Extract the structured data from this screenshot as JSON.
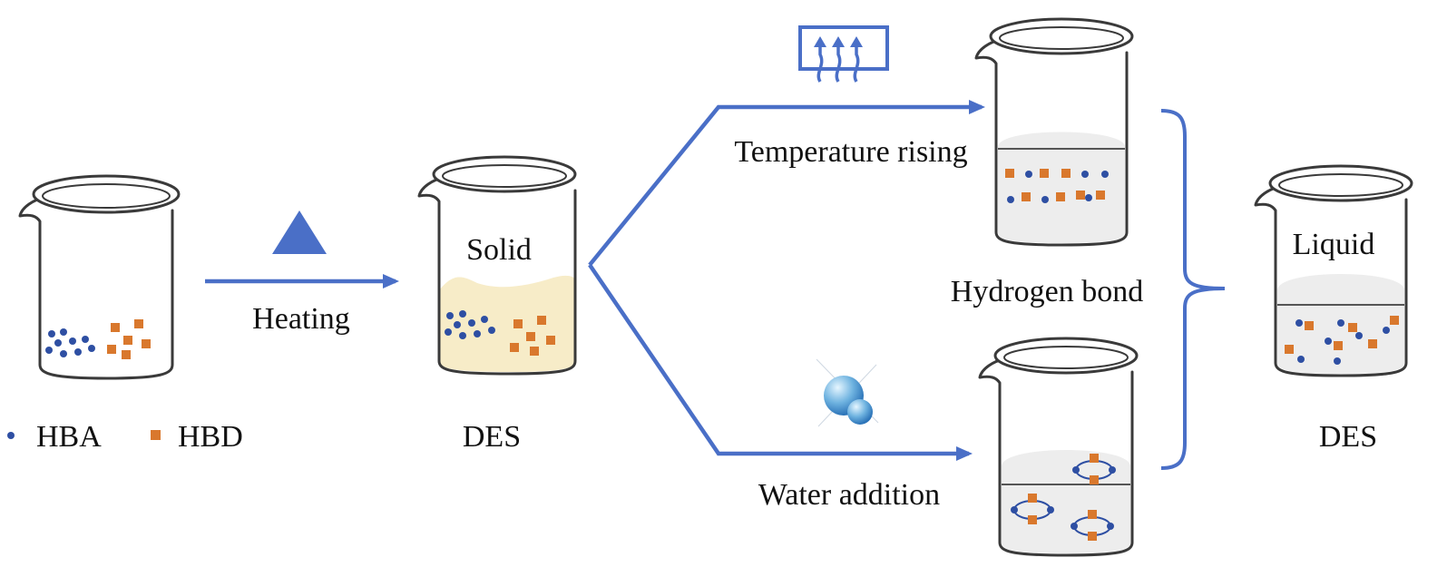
{
  "labels": {
    "heating": "Heating",
    "solid": "Solid",
    "des_left": "DES",
    "temperature_rising": "Temperature rising",
    "hydrogen_bond": "Hydrogen bond",
    "water_addition": "Water addition",
    "liquid": "Liquid",
    "des_right": "DES"
  },
  "legend": {
    "hba": "HBA",
    "hbd": "HBD"
  },
  "colors": {
    "hba_particle": "#2e4fa3",
    "hbd_particle": "#d9782d",
    "arrow": "#4a6fc7",
    "solid_fill": "#f7ecc8",
    "liquid_fill": "#e9e9e9"
  },
  "icons": {
    "heating": "triangle-icon",
    "temperature": "heat-arrows-icon",
    "water": "water-molecule-icon"
  }
}
